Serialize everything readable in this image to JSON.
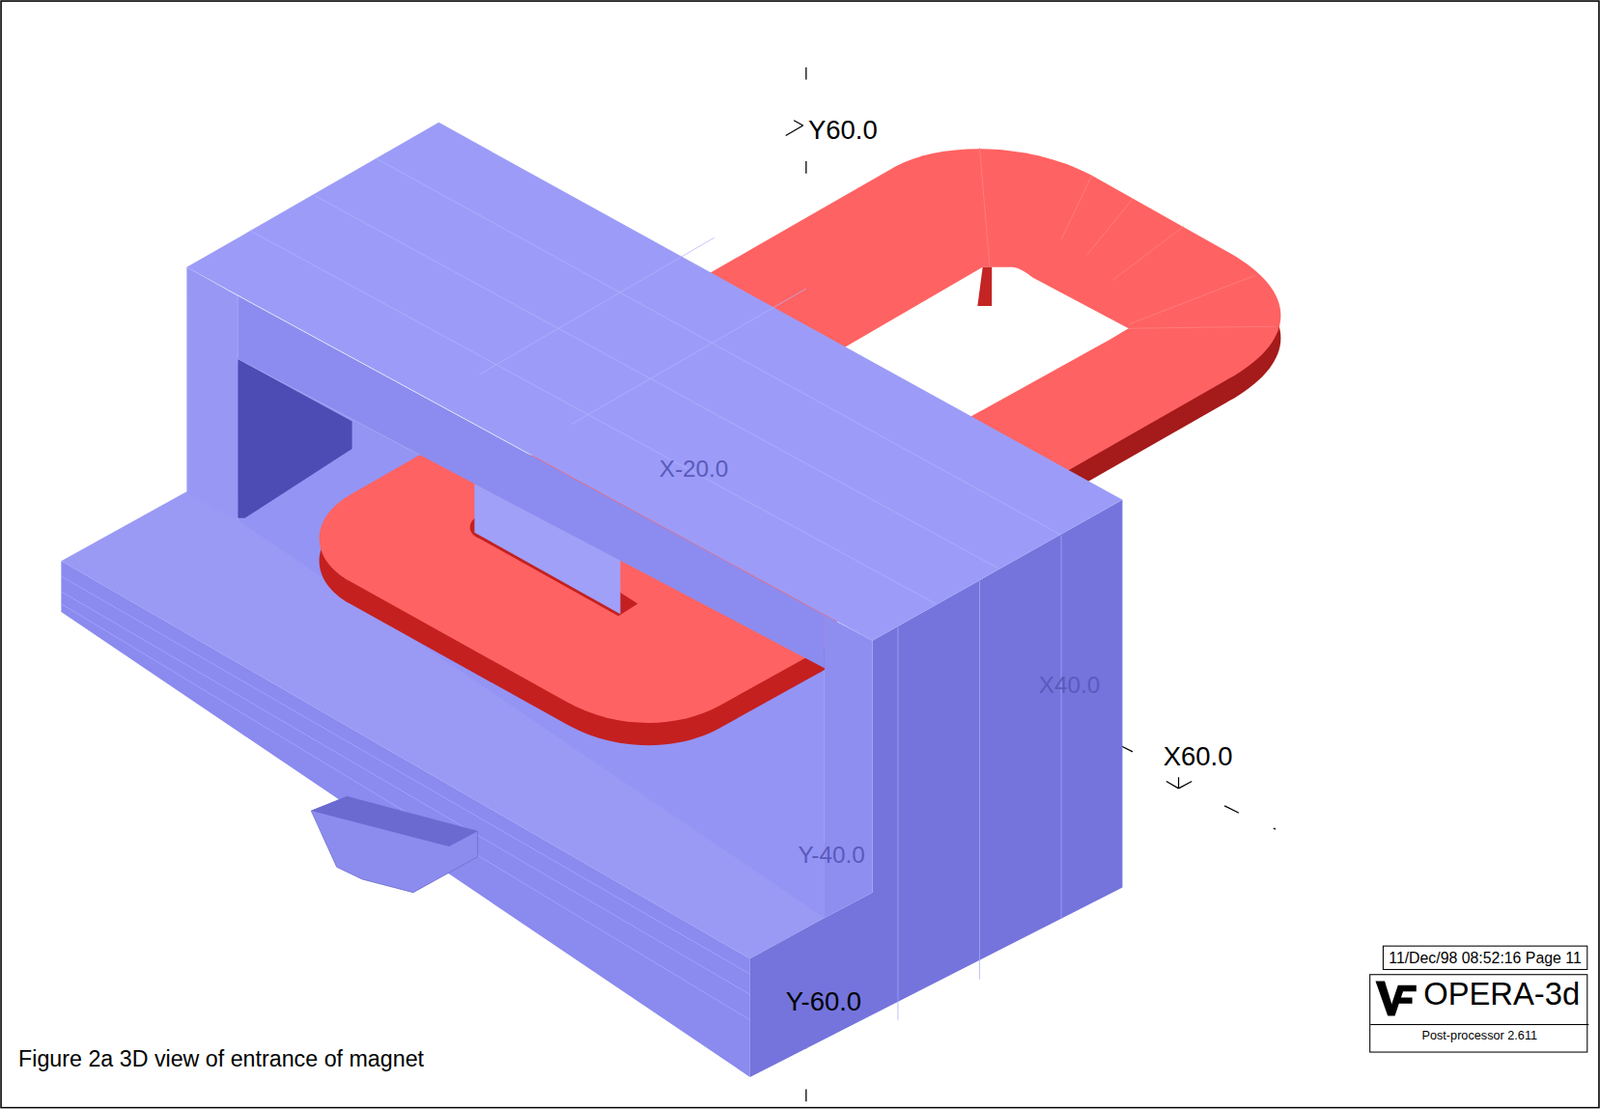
{
  "diagram": {
    "caption": "Figure 2a 3D view of entrance of magnet",
    "nodes": [
      {
        "text": [
          "11/Dec/98 08:52:16 Page 11"
        ]
      },
      {
        "text": [
          "OPERA-3d",
          "Post-processor 2.611"
        ]
      }
    ],
    "labels": [
      "Y60.0",
      "X-20.0",
      "X40.0",
      "X60.0",
      "Y-40.0",
      "Y-60.0"
    ]
  }
}
